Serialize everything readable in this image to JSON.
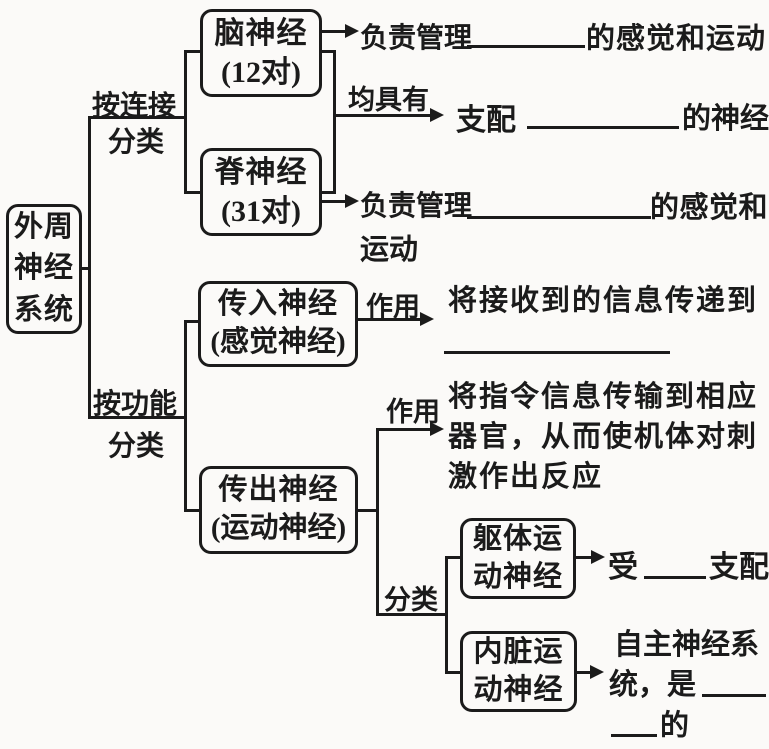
{
  "diagram": {
    "root": {
      "line1": "外周",
      "line2": "神经",
      "line3": "系统"
    },
    "branches": {
      "connect": {
        "line1": "按连接",
        "line2": "分类"
      },
      "function": {
        "line1": "按功能",
        "line2": "分类"
      }
    },
    "boxes": {
      "brain": {
        "line1": "脑神经",
        "line2": "(12对)"
      },
      "spinal": {
        "line1": "脊神经",
        "line2": "(31对)"
      },
      "afferent": {
        "line1": "传入神经",
        "line2": "(感觉神经)"
      },
      "efferent": {
        "line1": "传出神经",
        "line2": "(运动神经)"
      },
      "somatic": {
        "line1": "躯体运",
        "line2": "动神经"
      },
      "visceral": {
        "line1": "内脏运",
        "line2": "动神经"
      }
    },
    "labels": {
      "both_have": "均具有",
      "afferent_action": "作用",
      "efferent_action": "作用",
      "efferent_subclass": "分类"
    },
    "annotations": {
      "brain_pre": "负责管理",
      "brain_post": "的感觉和运动",
      "both_pre": "支配",
      "both_post": "的神经",
      "spinal_pre": "负责管理",
      "spinal_post": "的感觉和",
      "spinal_line2": "运动",
      "afferent_desc": "将接收到的信息传递到",
      "efferent_line1": "将指令信息传输到相应",
      "efferent_line2": "器官，从而使机体对刺",
      "efferent_line3": "激作出反应",
      "somatic_pre": "受",
      "somatic_post": "支配",
      "visceral_line1": "自主神经系",
      "visceral_line2": "统，是",
      "visceral_line3": "的"
    },
    "colors": {
      "ink": "#1b1b1b",
      "background": "#fbfaf8"
    }
  }
}
